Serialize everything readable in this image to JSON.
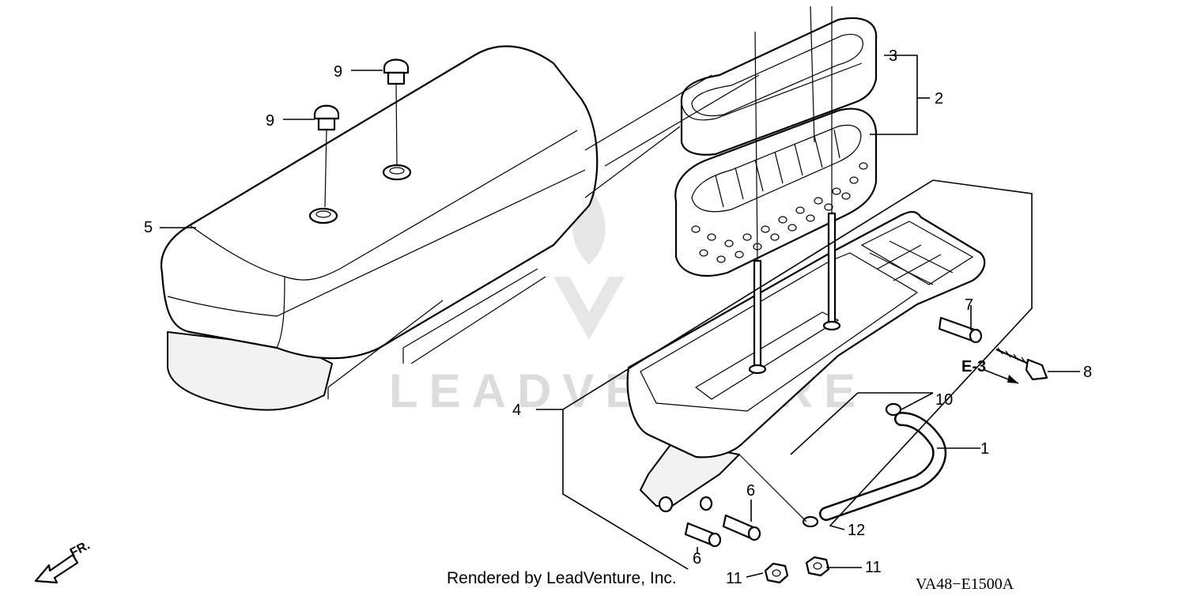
{
  "diagram": {
    "callouts": [
      {
        "id": "c1",
        "text": "1"
      },
      {
        "id": "c2",
        "text": "2"
      },
      {
        "id": "c3",
        "text": "3"
      },
      {
        "id": "c4",
        "text": "4"
      },
      {
        "id": "c5",
        "text": "5"
      },
      {
        "id": "c6a",
        "text": "6"
      },
      {
        "id": "c6b",
        "text": "6"
      },
      {
        "id": "c7",
        "text": "7"
      },
      {
        "id": "c8",
        "text": "8"
      },
      {
        "id": "c9a",
        "text": "9"
      },
      {
        "id": "c9b",
        "text": "9"
      },
      {
        "id": "c10",
        "text": "10"
      },
      {
        "id": "c11a",
        "text": "11"
      },
      {
        "id": "c11b",
        "text": "11"
      },
      {
        "id": "c12",
        "text": "12"
      }
    ],
    "reference_label": "E-3",
    "direction_label": "FR.",
    "footer_credit": "Rendered by LeadVenture, Inc.",
    "diagram_code": "VA48−E1500A",
    "watermark": "LEADVENTURE"
  }
}
